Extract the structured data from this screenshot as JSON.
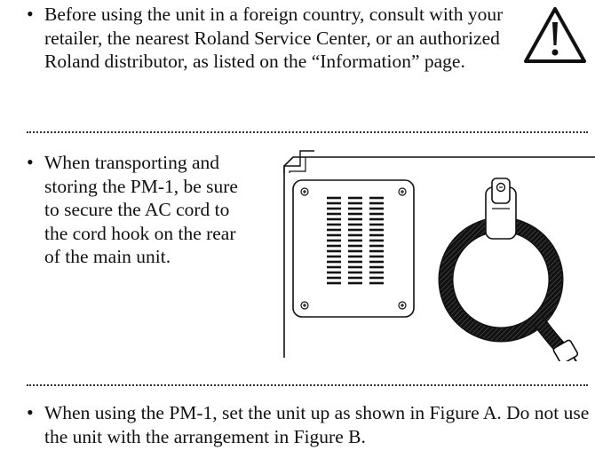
{
  "bullets": {
    "item1": "Before using the unit in a foreign country, consult with your retailer, the nearest Roland Service Center, or an authorized Roland distributor, as listed on the “Information” page.",
    "item2": "When transporting and storing the PM-1, be sure to secure the AC cord to the cord hook on the rear of the main unit.",
    "item3": "When using the PM-1, set the unit up as shown in Figure A. Do not use the unit with the arrangement in Figure B."
  },
  "icons": {
    "warning": "warning-triangle-icon",
    "bullet": "bullet-dot-icon"
  },
  "figure": {
    "description_icon": "cord-hook-illustration"
  }
}
